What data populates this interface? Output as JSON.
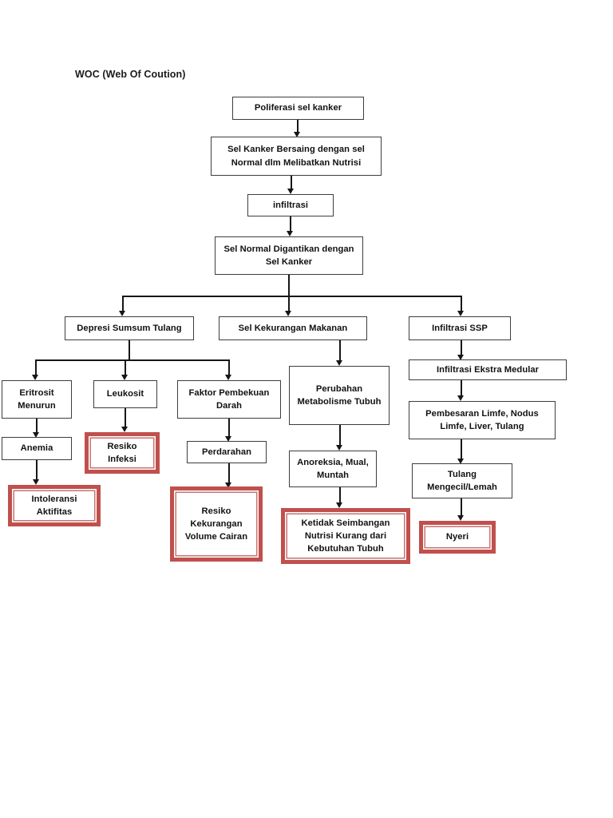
{
  "document": {
    "title": "WOC (Web Of Coution)"
  },
  "nodes": {
    "n1": {
      "label": "Poliferasi sel kanker"
    },
    "n2": {
      "label": "Sel Kanker Bersaing dengan sel Normal dlm Melibatkan Nutrisi"
    },
    "n3": {
      "label": "infiltrasi"
    },
    "n4": {
      "label": "Sel Normal Digantikan dengan Sel Kanker"
    },
    "b1": {
      "label": "Depresi Sumsum Tulang"
    },
    "b2": {
      "label": "Sel Kekurangan Makanan"
    },
    "b3": {
      "label": "Infiltrasi SSP"
    },
    "l1": {
      "label": "Eritrosit Menurun"
    },
    "l2": {
      "label": "Anemia"
    },
    "l3": {
      "label": "Intoleransi Aktifitas"
    },
    "m1": {
      "label": "Leukosit"
    },
    "m2": {
      "label": "Resiko Infeksi"
    },
    "k1": {
      "label": "Faktor Pembekuan Darah"
    },
    "k2": {
      "label": "Perdarahan"
    },
    "k3": {
      "label": "Resiko Kekurangan Volume Cairan"
    },
    "c1": {
      "label": "Perubahan Metabolisme Tubuh"
    },
    "c2": {
      "label": "Anoreksia, Mual, Muntah"
    },
    "c3": {
      "label": "Ketidak Seimbangan Nutrisi Kurang dari Kebutuhan Tubuh"
    },
    "r1": {
      "label": "Infiltrasi Ekstra Medular"
    },
    "r2": {
      "label": "Pembesaran Limfe, Nodus Limfe, Liver, Tulang"
    },
    "r3": {
      "label": "Tulang Mengecil/Lemah"
    },
    "r4": {
      "label": "Nyeri"
    }
  },
  "colors": {
    "highlight_border": "#C0504D",
    "box_border": "#3d3d3d",
    "connector": "#161616",
    "text": "#111111",
    "background": "#ffffff"
  }
}
